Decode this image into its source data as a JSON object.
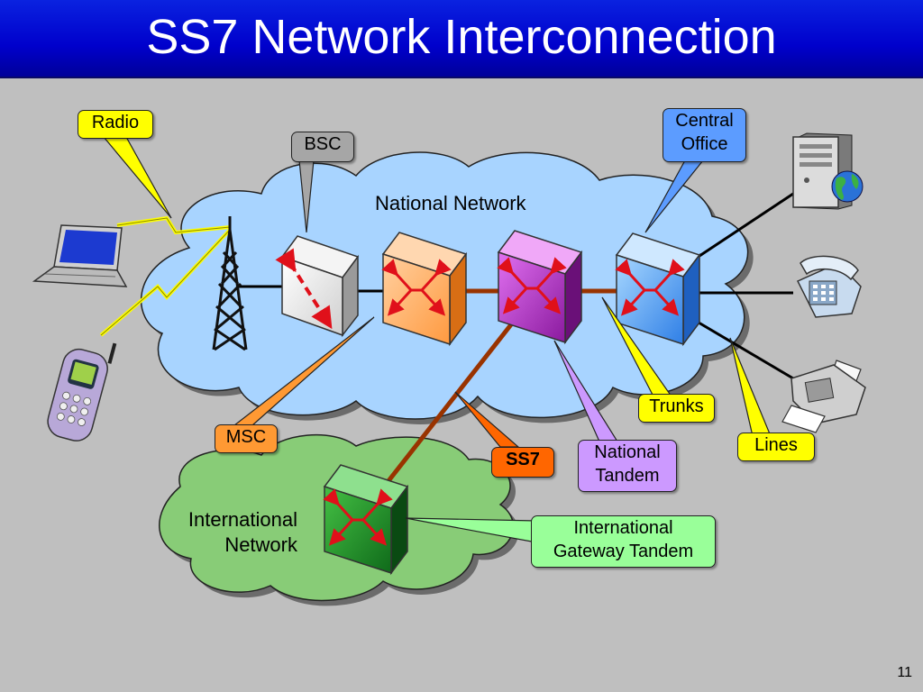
{
  "slide": {
    "title": "SS7 Network Interconnection",
    "number": "11"
  },
  "clouds": {
    "national": "National Network",
    "international_line1": "International",
    "international_line2": "Network"
  },
  "callouts": {
    "radio": "Radio",
    "bsc": "BSC",
    "central_office_line1": "Central",
    "central_office_line2": "Office",
    "trunks": "Trunks",
    "lines": "Lines",
    "msc": "MSC",
    "ss7": "SS7",
    "national_tandem_line1": "National",
    "national_tandem_line2": "Tandem",
    "igt_line1": "International",
    "igt_line2": "Gateway Tandem"
  },
  "colors": {
    "title_bar": "#0000cc",
    "background": "#bfbfbf",
    "national_cloud": "#a8d4ff",
    "international_cloud": "#88cc77",
    "radio_callout": "#ffff00",
    "bsc_callout": "#a6a6a6",
    "central_office_callout": "#5c9cff",
    "trunks_callout": "#ffff00",
    "lines_callout": "#ffff00",
    "msc_callout": "#ff9933",
    "ss7_callout": "#ff6600",
    "national_tandem_callout": "#cc99ff",
    "igt_callout": "#99ff99",
    "ss7_link": "#993300"
  },
  "icons": [
    "laptop-icon",
    "mobile-phone-icon",
    "radio-tower-icon",
    "bsc-switch-icon",
    "msc-switch-icon",
    "national-tandem-switch-icon",
    "central-office-switch-icon",
    "international-gateway-switch-icon",
    "computer-globe-icon",
    "telephone-icon",
    "fax-icon"
  ]
}
